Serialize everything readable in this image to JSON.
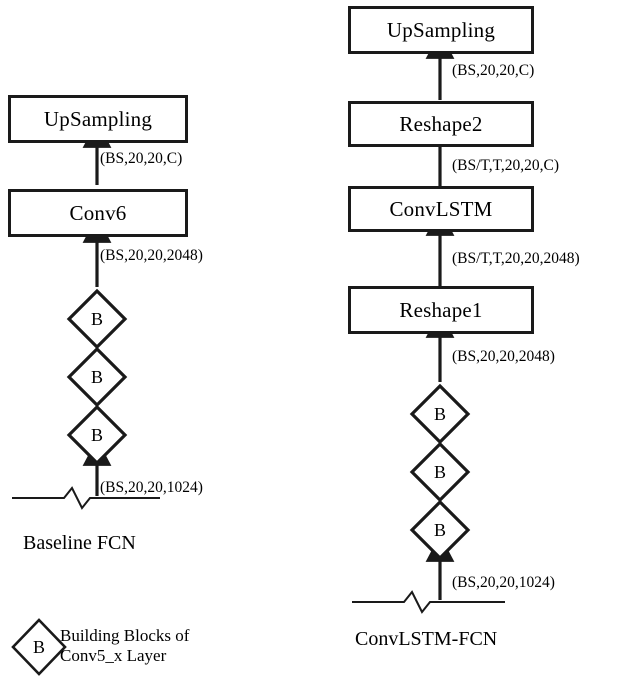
{
  "diagram": {
    "title": "",
    "colors": {
      "stroke": "#1a1a1a",
      "background": "#ffffff",
      "text": "#000000"
    },
    "left_column": {
      "caption": "Baseline FCN",
      "nodes": [
        {
          "label": "UpSampling",
          "type": "box"
        },
        {
          "label": "Conv6",
          "type": "box"
        },
        {
          "label": "B",
          "type": "diamond"
        },
        {
          "label": "B",
          "type": "diamond"
        },
        {
          "label": "B",
          "type": "diamond"
        }
      ],
      "edge_labels": [
        "(BS,20,20,C)",
        "(BS,20,20,2048)",
        "(BS,20,20,1024)"
      ]
    },
    "right_column": {
      "caption": "ConvLSTM-FCN",
      "nodes": [
        {
          "label": "UpSampling",
          "type": "box"
        },
        {
          "label": "Reshape2",
          "type": "box"
        },
        {
          "label": "ConvLSTM",
          "type": "box"
        },
        {
          "label": "Reshape1",
          "type": "box"
        },
        {
          "label": "B",
          "type": "diamond"
        },
        {
          "label": "B",
          "type": "diamond"
        },
        {
          "label": "B",
          "type": "diamond"
        }
      ],
      "edge_labels": [
        "(BS,20,20,C)",
        "(BS/T,T,20,20,C)",
        "(BS/T,T,20,20,2048)",
        "(BS,20,20,2048)",
        "(BS,20,20,1024)"
      ]
    },
    "legend": {
      "symbol": "B",
      "line1": "Building Blocks of",
      "line2": "Conv5_x Layer"
    }
  }
}
